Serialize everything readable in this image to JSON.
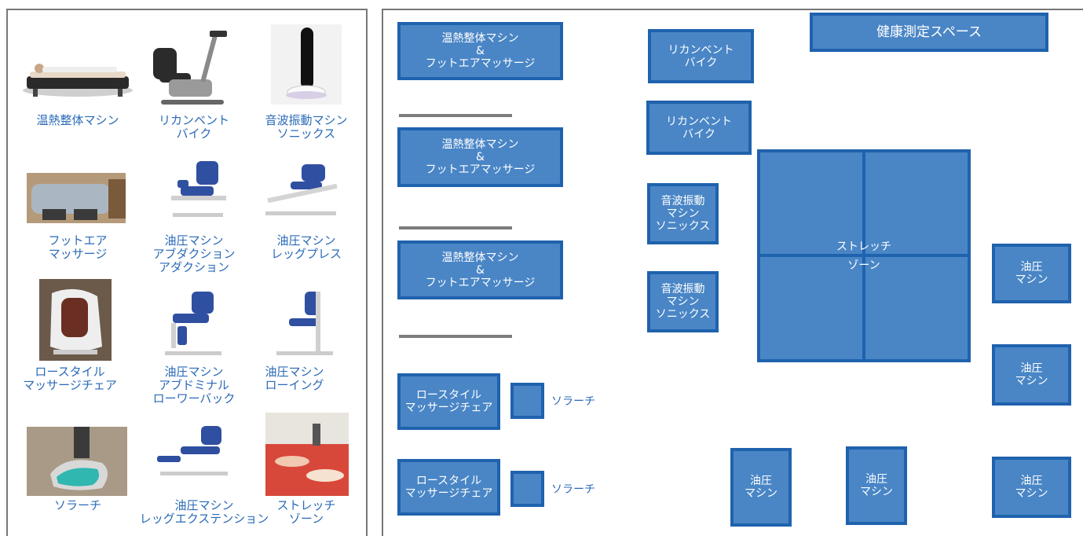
{
  "legend": {
    "items": [
      {
        "name": "温熱整体マシン"
      },
      {
        "name": "リカンベント\nバイク"
      },
      {
        "name": "音波振動マシン\nソニックス"
      },
      {
        "name": "フットエア\nマッサージ"
      },
      {
        "name": "油圧マシン\nアブダクション\nアダクション"
      },
      {
        "name": "油圧マシン\nレッグプレス"
      },
      {
        "name": "ロースタイル\nマッサージチェア"
      },
      {
        "name": "油圧マシン\nアブドミナル\nローワーバック"
      },
      {
        "name": "油圧マシン\nローイング"
      },
      {
        "name": "ソラーチ"
      },
      {
        "name": "油圧マシン\nレッグエクステンション"
      },
      {
        "name": "ストレッチ\nゾーン"
      }
    ]
  },
  "floor": {
    "health_space": "健康測定スペース",
    "onnetsu_foot": "温熱整体マシン\n&\nフットエアマッサージ",
    "recumbent": "リカンベント\nバイク",
    "sonic": "音波振動\nマシン\nソニックス",
    "stretch_zone": "ストレッチ\nゾーン",
    "hydraulic": "油圧\nマシン",
    "massage_chair": "ロースタイル\nマッサージチェア",
    "solarch": "ソラーチ"
  },
  "colors": {
    "box_fill": "#4a86c6",
    "box_border": "#1f62ad",
    "label_text": "#2a6ab8"
  }
}
